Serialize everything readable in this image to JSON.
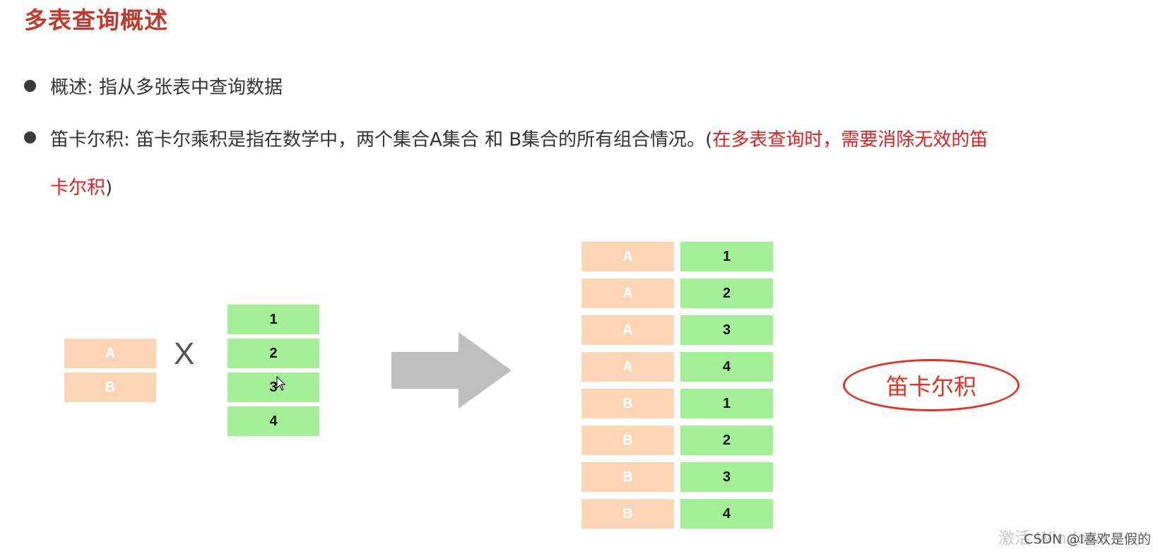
{
  "title": "多表查询概述",
  "bullets": [
    {
      "text": "概述: 指从多张表中查询数据"
    },
    {
      "text_black": "笛卡尔积: 笛卡尔乘积是指在数学中，两个集合A集合 和 B集合的所有组合情况。(",
      "text_red_1": "在多表查询时，需要消除无效的笛",
      "text_red_2": "卡尔积",
      "text_close": ")"
    }
  ],
  "diagram": {
    "set_a": [
      "A",
      "B"
    ],
    "set_b": [
      "1",
      "2",
      "3",
      "4"
    ],
    "times_symbol": "X",
    "result_left": [
      "A",
      "A",
      "A",
      "A",
      "B",
      "B",
      "B",
      "B"
    ],
    "result_right": [
      "1",
      "2",
      "3",
      "4",
      "1",
      "2",
      "3",
      "4"
    ],
    "result_label": "笛卡尔积",
    "colors": {
      "peach": "#fcd5b4",
      "green": "#a2ef95",
      "arrow": "#bfbfbf",
      "accent_red": "#e53121"
    }
  },
  "watermark": {
    "credit": "CSDN @I喜欢是假的",
    "ghost": "激活 Windows"
  }
}
